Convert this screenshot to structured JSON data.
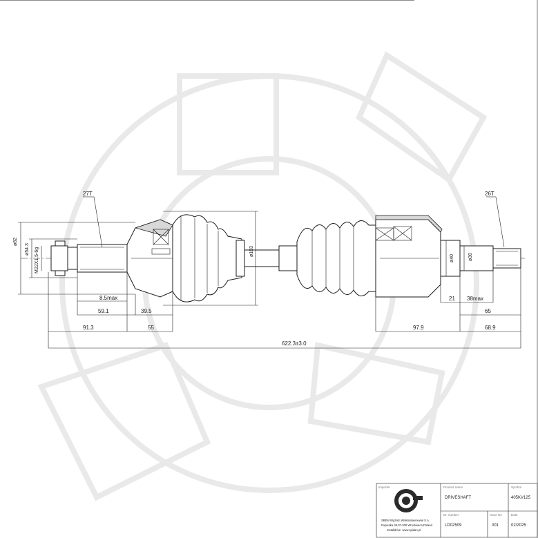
{
  "drawing": {
    "title": "DRIVESHAFT",
    "spline_left": "27T",
    "spline_right": "26T",
    "dims": {
      "od_82": "ø82",
      "od_54_3": "ø54.3",
      "thread": "M22X1.5-6g",
      "d_103": "ø103",
      "d_40": "ø40",
      "d_30": "ø30",
      "l_8_5max": "8.5max",
      "l_59_1": "59.1",
      "l_39_5": "39.5",
      "l_91_3": "91.3",
      "l_55": "55",
      "l_21": "21",
      "l_38max": "38max",
      "l_65": "65",
      "l_97_9": "97.9",
      "l_68_9": "68.9",
      "l_total": "622.3±3.0"
    }
  },
  "title_block": {
    "importer_label": "Importer",
    "importer_text_1": "SBEM Wyzlazi Walsmatavinewal S.A.",
    "importer_text_2": "Pupieska 35,07-300 Wroclawica,Poland",
    "importer_text_3": "Installdrive: www.spidan.pl",
    "product_name_label": "Product name",
    "product_name": "DRIVESHAFT",
    "symbol_label": "Symbol",
    "symbol": "405KV125",
    "drawing_no_label": "Dr. number",
    "drawing_no": "LD02509",
    "issue_label": "Issue No",
    "issue": "001",
    "date_label": "Date",
    "date": "02/2025"
  },
  "colors": {
    "line": "#1a1a1a",
    "watermark": "#e9e9e9",
    "background": "#ffffff"
  }
}
